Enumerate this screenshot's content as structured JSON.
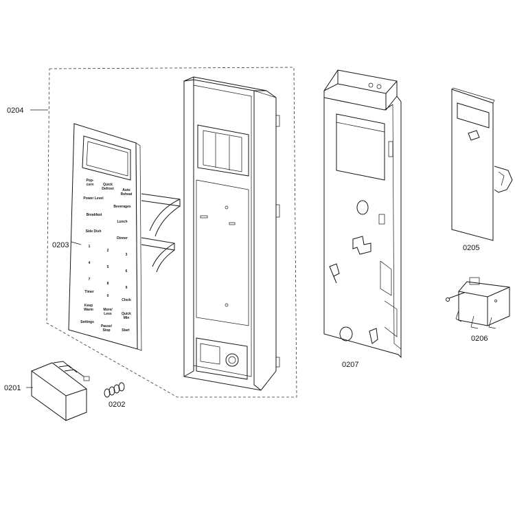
{
  "callouts": {
    "p0201": "0201",
    "p0202": "0202",
    "p0203": "0203",
    "p0204": "0204",
    "p0205": "0205",
    "p0206": "0206",
    "p0207": "0207"
  },
  "keypad": [
    {
      "label": "Pop-\ncorn"
    },
    {
      "label": "Quick\nDefrost"
    },
    {
      "label": "Auto\nReheat"
    },
    {
      "label": "Power Level"
    },
    {
      "label": "Beverages"
    },
    {
      "label": "Breakfast"
    },
    {
      "label": "Lunch"
    },
    {
      "label": "Side Dish"
    },
    {
      "label": "Dinner"
    },
    {
      "label": "1"
    },
    {
      "label": "2"
    },
    {
      "label": "3"
    },
    {
      "label": "4"
    },
    {
      "label": "5"
    },
    {
      "label": "6"
    },
    {
      "label": "7"
    },
    {
      "label": "8"
    },
    {
      "label": "9"
    },
    {
      "label": "Timer"
    },
    {
      "label": "0"
    },
    {
      "label": "Clock"
    },
    {
      "label": "Keep\nWarm"
    },
    {
      "label": "More/\nLess"
    },
    {
      "label": "Quick\nMin"
    },
    {
      "label": "Settings"
    },
    {
      "label": "Pause/\nStop"
    },
    {
      "label": "Start"
    }
  ]
}
